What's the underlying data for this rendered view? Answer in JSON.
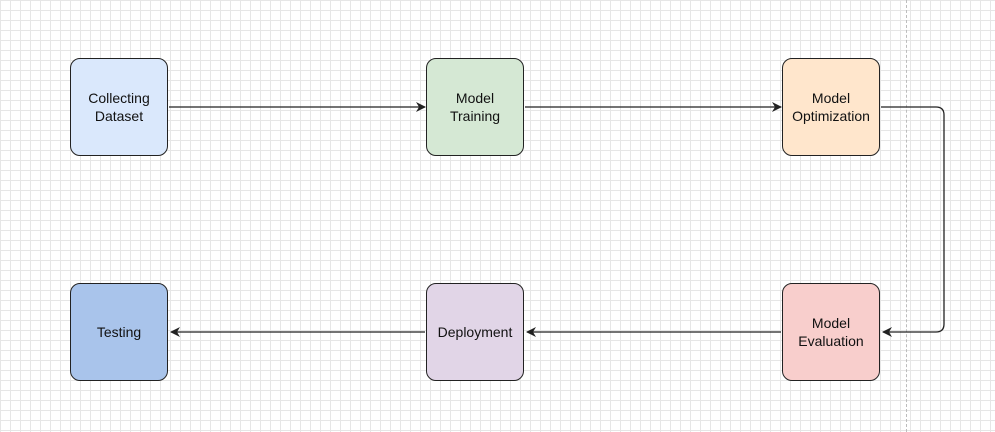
{
  "nodes": [
    {
      "id": "collecting-dataset",
      "label": "Collecting\nDataset",
      "fill": "#dae8fc"
    },
    {
      "id": "model-training",
      "label": "Model\nTraining",
      "fill": "#d5e8d4"
    },
    {
      "id": "model-optimization",
      "label": "Model\nOptimization",
      "fill": "#ffe6cc"
    },
    {
      "id": "model-evaluation",
      "label": "Model\nEvaluation",
      "fill": "#f8cecc"
    },
    {
      "id": "deployment",
      "label": "Deployment",
      "fill": "#e1d5e7"
    },
    {
      "id": "testing",
      "label": "Testing",
      "fill": "#a9c4eb"
    }
  ],
  "edges": [
    {
      "from": "collecting-dataset",
      "to": "model-training"
    },
    {
      "from": "model-training",
      "to": "model-optimization"
    },
    {
      "from": "model-optimization",
      "to": "model-evaluation"
    },
    {
      "from": "model-evaluation",
      "to": "deployment"
    },
    {
      "from": "deployment",
      "to": "testing"
    }
  ],
  "colors": {
    "stroke": "#222222",
    "grid": "#e6e6e6"
  }
}
